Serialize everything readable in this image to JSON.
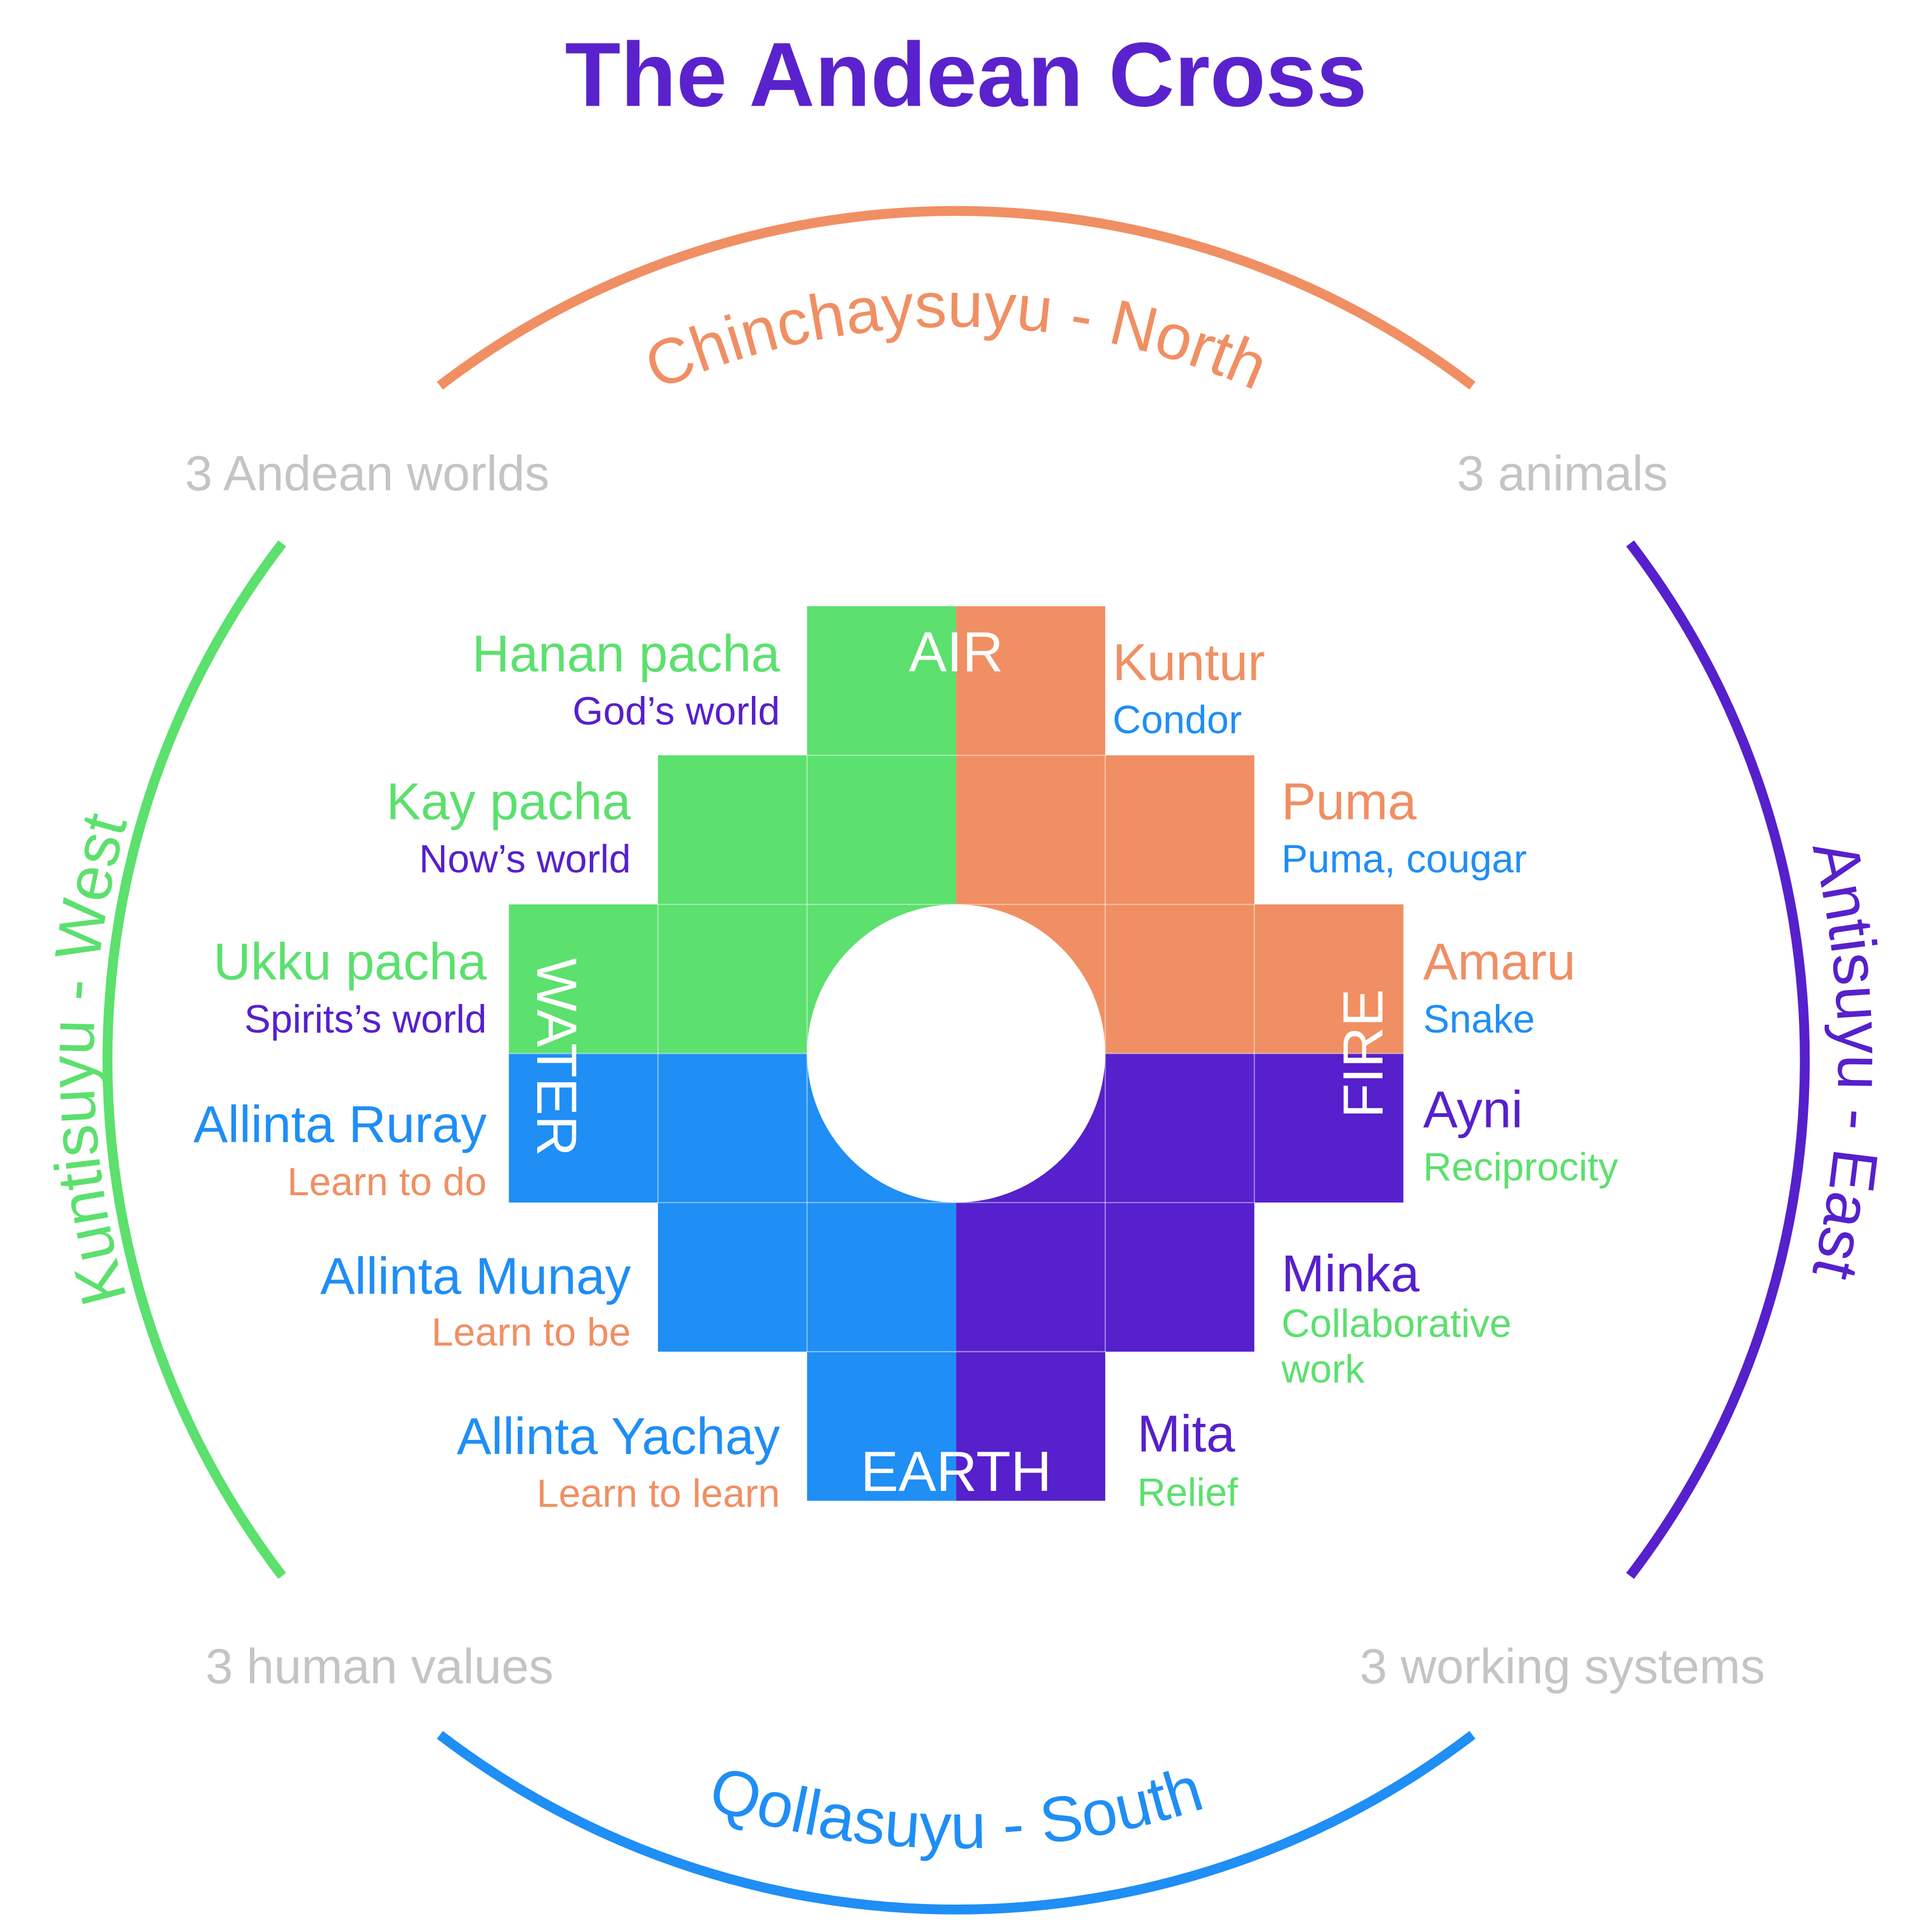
{
  "title": "The Andean Cross",
  "colors": {
    "green": "#5CE06E",
    "orange": "#F08F63",
    "blue": "#1F8EF5",
    "purple": "#5620CC",
    "gray": "#C4C4C4"
  },
  "directions": {
    "north": "Chinchaysuyu - North",
    "west": "Kuntisuyu - West",
    "east": "Antisuyu - East",
    "south": "Qollasuyu - South"
  },
  "groups": {
    "worlds": "3 Andean worlds",
    "animals": "3 animals",
    "values": "3 human values",
    "systems": "3 working systems"
  },
  "elements": {
    "air": "AIR",
    "water": "WATER",
    "fire": "FIRE",
    "earth": "EARTH"
  },
  "worlds": [
    {
      "name": "Hanan pacha",
      "meaning": "God’s world"
    },
    {
      "name": "Kay pacha",
      "meaning": "Now’s world"
    },
    {
      "name": "Ukku pacha",
      "meaning": "Spirits’s world"
    }
  ],
  "animals": [
    {
      "name": "Kuntur",
      "meaning": "Condor"
    },
    {
      "name": "Puma",
      "meaning": "Puma, cougar"
    },
    {
      "name": "Amaru",
      "meaning": "Snake"
    }
  ],
  "values": [
    {
      "name": "Allinta Ruray",
      "meaning": "Learn to do"
    },
    {
      "name": "Allinta Munay",
      "meaning": "Learn to be"
    },
    {
      "name": "Allinta Yachay",
      "meaning": "Learn to learn"
    }
  ],
  "systems": [
    {
      "name": "Ayni",
      "meaning": "Reciprocity"
    },
    {
      "name": "Minka",
      "meaning_line1": "Collaborative",
      "meaning_line2": "work"
    },
    {
      "name": "Mita",
      "meaning": "Relief"
    }
  ]
}
